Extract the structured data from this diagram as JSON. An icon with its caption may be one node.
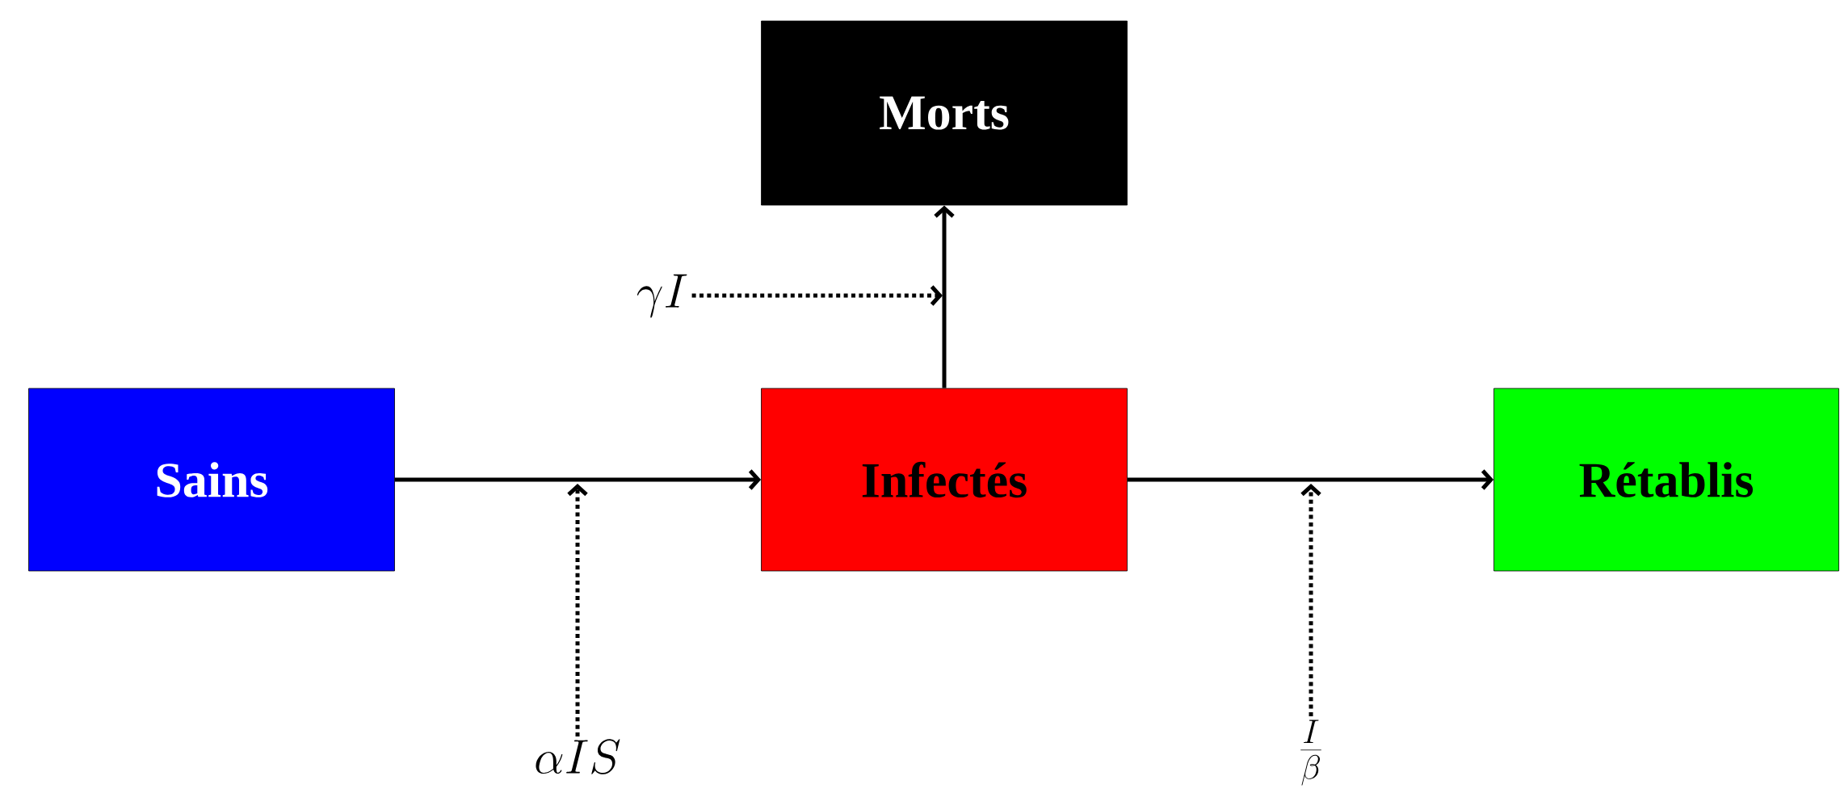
{
  "diagram": {
    "nodes": [
      {
        "text": [
          "Morts"
        ]
      },
      {
        "text": [
          "\\gamma I"
        ]
      },
      {
        "text": [
          "Sains"
        ]
      },
      {
        "text": [
          "Infectés"
        ]
      },
      {
        "text": [
          "Rétablis"
        ]
      },
      {
        "text": [
          "\\alpha IS"
        ]
      },
      {
        "text": [
          "\\frac{I}{\\beta}"
        ]
      }
    ],
    "edges": [
      {
        "from": 2,
        "to": 3,
        "arrow": "to"
      },
      {
        "from": 3,
        "to": 4,
        "arrow": "to"
      },
      {
        "from": 3,
        "to": 0,
        "arrow": "to"
      },
      {
        "from": 1,
        "to": null,
        "arrow": "to",
        "style": "dashed"
      },
      {
        "from": 5,
        "to": null,
        "arrow": "to",
        "style": "dashed"
      },
      {
        "from": 6,
        "to": null,
        "arrow": "to",
        "style": "dashed"
      }
    ]
  }
}
